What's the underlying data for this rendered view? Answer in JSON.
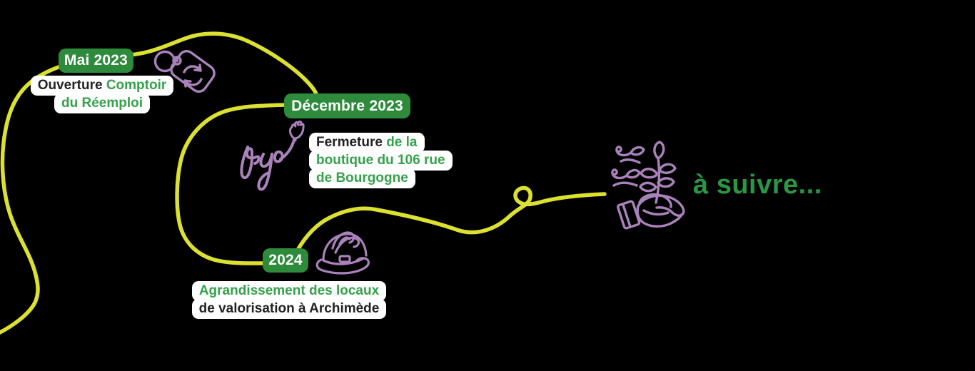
{
  "colors": {
    "background": "#000000",
    "badge_green": "#2e8b3c",
    "text_green": "#35a14b",
    "text_dark": "#222222",
    "path_yellow": "#dce02f",
    "icon_purple": "#aa82bb",
    "suivre_green": "#2b9644",
    "box_white": "#ffffff"
  },
  "timeline": {
    "milestones": [
      {
        "date": "Mai 2023",
        "icon": "tag-reuse-icon",
        "lines": [
          [
            {
              "t": "Ouverture ",
              "tone": "dark"
            },
            {
              "t": "Comptoir",
              "tone": "green"
            }
          ],
          [
            {
              "t": "du Réemploi",
              "tone": "green"
            }
          ]
        ]
      },
      {
        "date": "Décembre 2023",
        "icon": "bye-hand-icon",
        "lines": [
          [
            {
              "t": "Fermeture ",
              "tone": "dark"
            },
            {
              "t": "de la",
              "tone": "green"
            }
          ],
          [
            {
              "t": "boutique du 106 rue",
              "tone": "green"
            }
          ],
          [
            {
              "t": "de Bourgogne",
              "tone": "green"
            }
          ]
        ]
      },
      {
        "date": "2024",
        "icon": "hard-hat-icon",
        "lines": [
          [
            {
              "t": "Agrandissement des locaux",
              "tone": "green"
            }
          ],
          [
            {
              "t": "de valorisation à Archimède",
              "tone": "dark"
            }
          ]
        ]
      }
    ],
    "future": {
      "label": "à suivre...",
      "icon": "hand-plant-icon"
    }
  }
}
